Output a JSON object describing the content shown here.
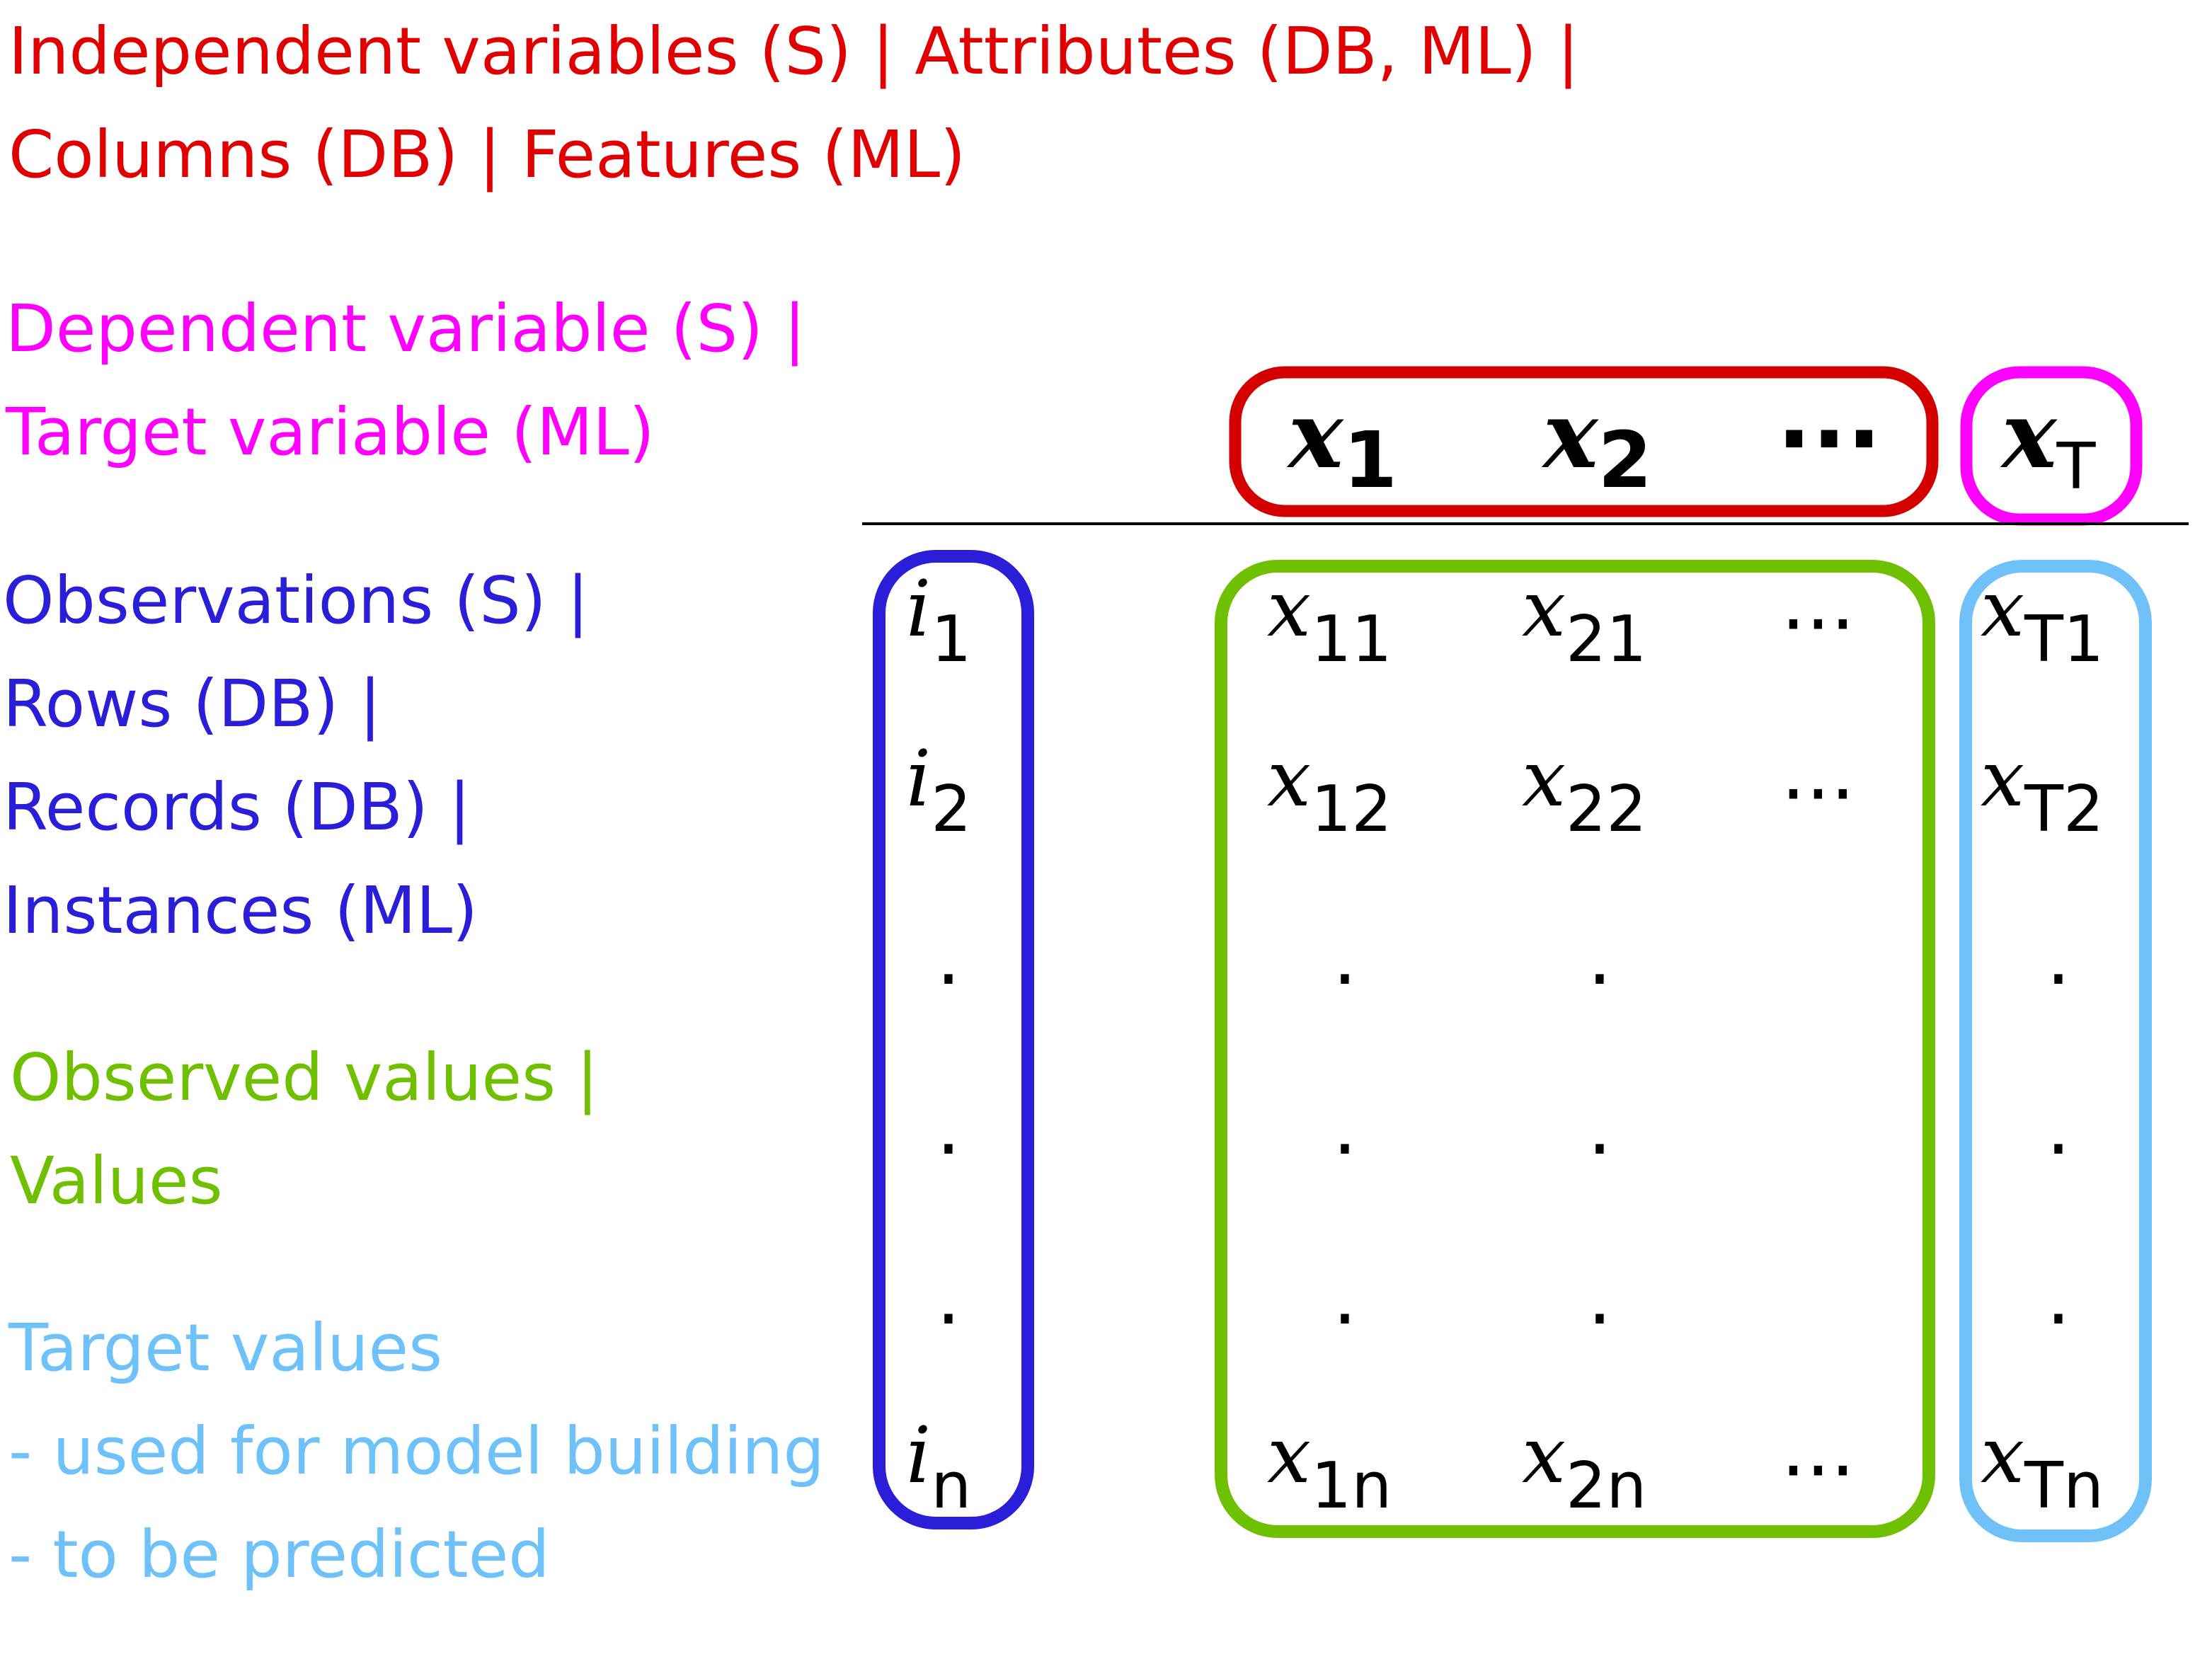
{
  "colors": {
    "red": "#e00000",
    "magenta": "#ff00ff",
    "blue": "#2a1ed8",
    "green": "#6ec000",
    "lightblue": "#6ec1f9",
    "black": "#000000",
    "box_red": "#d40000",
    "box_blue": "#2a1ed8",
    "box_green": "#6ec000",
    "box_lightblue": "#6ec1f9"
  },
  "labels": {
    "independent": {
      "line1": "Independent variables (S) | Attributes (DB, ML) |",
      "line2": "Columns (DB) | Features (ML)"
    },
    "dependent": {
      "line1": "Dependent variable (S) |",
      "line2": "Target variable (ML)"
    },
    "observations": {
      "line1": "Observations (S) |",
      "line2": "Rows (DB) |",
      "line3": "Records (DB) |",
      "line4": "Instances (ML)"
    },
    "values": {
      "line1": "Observed values |",
      "line2": "Values"
    },
    "target_values": {
      "line1": "Target values",
      "line2": "- used for model building",
      "line3": "- to be predicted"
    }
  },
  "matrix": {
    "header": {
      "x1": {
        "base": "x",
        "sub": "1"
      },
      "x2": {
        "base": "x",
        "sub": "2"
      },
      "ellipsis": "···",
      "target": {
        "base": "x",
        "sub": "T"
      }
    },
    "rows": {
      "instances": [
        {
          "base": "i",
          "sub": "1"
        },
        {
          "base": "i",
          "sub": "2"
        },
        {
          "base": "i",
          "sub": "n"
        }
      ],
      "col1": [
        {
          "base": "x",
          "sub": "11"
        },
        {
          "base": "x",
          "sub": "12"
        },
        {
          "base": "x",
          "sub": "1n"
        }
      ],
      "col2": [
        {
          "base": "x",
          "sub": "21"
        },
        {
          "base": "x",
          "sub": "22"
        },
        {
          "base": "x",
          "sub": "2n"
        }
      ],
      "colT": [
        {
          "base": "x",
          "sub": "T1"
        },
        {
          "base": "x",
          "sub": "T2"
        },
        {
          "base": "x",
          "sub": "Tn"
        }
      ],
      "ellipsis": "···",
      "vdot": "."
    }
  }
}
